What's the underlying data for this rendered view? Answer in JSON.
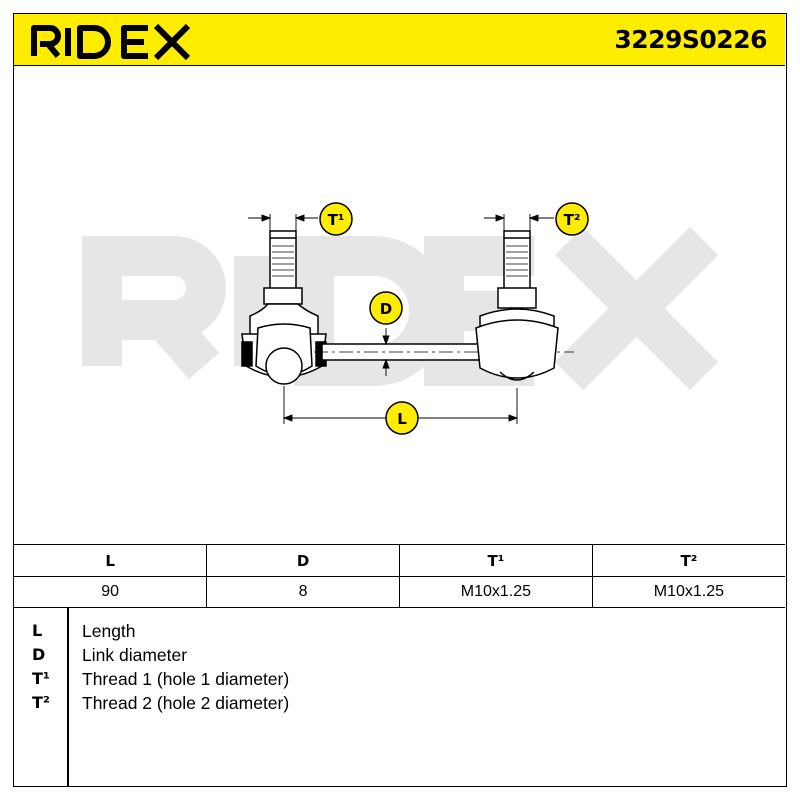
{
  "header": {
    "brand": "RIDEX",
    "part_number": "3229S0226",
    "background_color": "#ffed00"
  },
  "drawing": {
    "watermark": "RIDEX",
    "callouts": {
      "t1": "T¹",
      "t2": "T²",
      "d": "D",
      "l": "L"
    },
    "callout_color": "#ffed00"
  },
  "spec_table": {
    "headers": [
      "L",
      "D",
      "T¹",
      "T²"
    ],
    "values": [
      "90",
      "8",
      "M10x1.25",
      "M10x1.25"
    ]
  },
  "legend": [
    {
      "symbol": "L",
      "text": "Length"
    },
    {
      "symbol": "D",
      "text": "Link diameter"
    },
    {
      "symbol": "T¹",
      "text": "Thread 1 (hole 1 diameter)"
    },
    {
      "symbol": "T²",
      "text": "Thread 2 (hole 2 diameter)"
    }
  ]
}
